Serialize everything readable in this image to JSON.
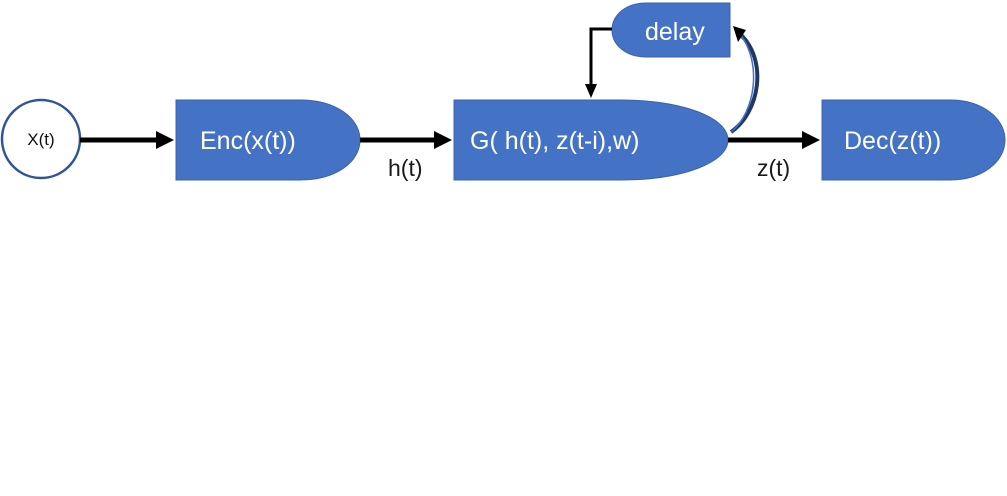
{
  "colors": {
    "block_fill": "#4472C4",
    "block_stroke": "#3A63AD",
    "input_stroke": "#2F5597",
    "arrow": "#000000",
    "feedback_curve": "#1F3864"
  },
  "input_node": {
    "label": "X(t)"
  },
  "encoder": {
    "label": "Enc(x(t))"
  },
  "recurrent": {
    "label": "G( h(t), z(t-i),w)"
  },
  "delay": {
    "label": "delay"
  },
  "decoder": {
    "label": "Dec(z(t))"
  },
  "edges": {
    "enc_to_g": "h(t)",
    "g_to_dec": "z(t)"
  }
}
